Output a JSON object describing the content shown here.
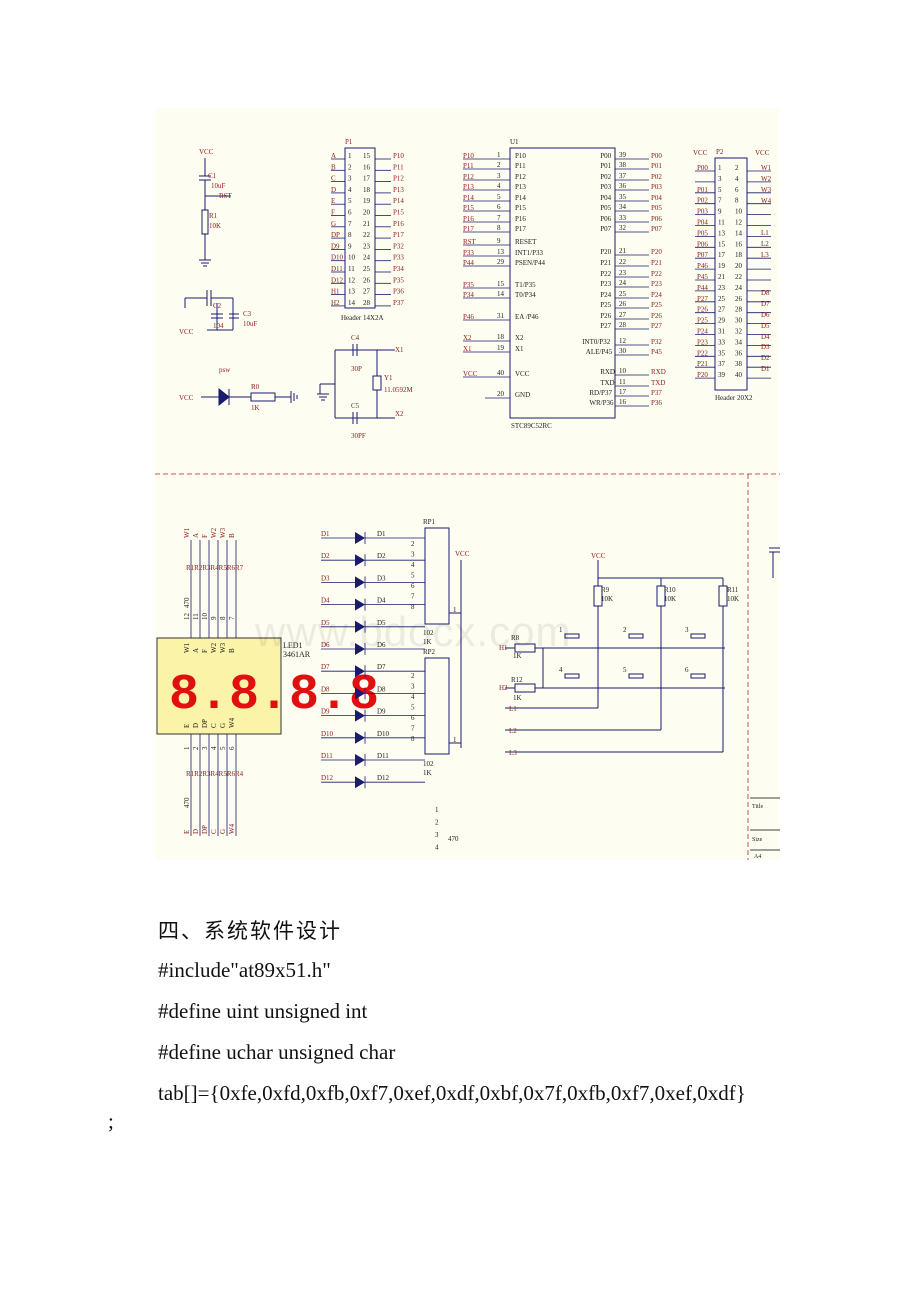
{
  "schematic": {
    "top_left": {
      "vcc1": "VCC",
      "c1": "C1",
      "c1_val": "10uF",
      "rst": "RST",
      "r1": "R1",
      "r1_val": "10K",
      "c2": "C2",
      "c2_val": "104",
      "c3": "C3",
      "c3_val": "10uF",
      "vcc2": "VCC",
      "psw": "psw",
      "r0": "R0",
      "r0_val": "1K",
      "vcc3": "VCC"
    },
    "header_p1": {
      "ref": "P1",
      "caption": "Header 14X2A",
      "left_labels": [
        "A",
        "B",
        "C",
        "D",
        "E",
        "F",
        "G",
        "DP",
        "D9",
        "D10",
        "D11",
        "D12",
        "H1",
        "H2"
      ],
      "left_pins": [
        "1",
        "2",
        "3",
        "4",
        "5",
        "6",
        "7",
        "8",
        "9",
        "10",
        "11",
        "12",
        "13",
        "14"
      ],
      "right_pins": [
        "15",
        "16",
        "17",
        "18",
        "19",
        "20",
        "21",
        "22",
        "23",
        "24",
        "25",
        "26",
        "27",
        "28"
      ],
      "right_labels": [
        "P10",
        "P11",
        "P12",
        "P13",
        "P14",
        "P15",
        "P16",
        "P17",
        "P32",
        "P33",
        "P34",
        "P35",
        "P36",
        "P37"
      ]
    },
    "crystal": {
      "c4": "C4",
      "c4_val": "30P",
      "c5": "C5",
      "c5_val": "30PF",
      "y1": "Y1",
      "y1_val": "11.0592M",
      "x1": "X1",
      "x2": "X2"
    },
    "mcu": {
      "ref": "U1",
      "caption": "STC89C52RC",
      "left_ext": [
        "P10",
        "P11",
        "P12",
        "P13",
        "P14",
        "P15",
        "P16",
        "P17",
        "RST",
        "P33",
        "P44",
        "P35",
        "P34",
        "P46",
        "X2",
        "X1",
        "VCC"
      ],
      "left_pins": [
        "1",
        "2",
        "3",
        "4",
        "5",
        "6",
        "7",
        "8",
        "9",
        "13",
        "29",
        "15",
        "14",
        "31",
        "18",
        "19",
        "40",
        "20"
      ],
      "left_inner": [
        "P10",
        "P11",
        "P12",
        "P13",
        "P14",
        "P15",
        "P16",
        "P17",
        "RESET",
        "INT1/P33",
        "PSEN/P44",
        "T1/P35",
        "T0/P34",
        "EA /P46",
        "X2",
        "X1",
        "VCC",
        "GND"
      ],
      "right_inner": [
        "P00",
        "P01",
        "P02",
        "P03",
        "P04",
        "P05",
        "P06",
        "P07",
        "P20",
        "P21",
        "P22",
        "P23",
        "P24",
        "P25",
        "P26",
        "P27",
        "INT0/P32",
        "ALE/P45",
        "RXD",
        "TXD",
        "RD/P37",
        "WR/P36"
      ],
      "right_pins": [
        "39",
        "38",
        "37",
        "36",
        "35",
        "34",
        "33",
        "32",
        "21",
        "22",
        "23",
        "24",
        "25",
        "26",
        "27",
        "28",
        "12",
        "30",
        "10",
        "11",
        "17",
        "16"
      ],
      "right_ext": [
        "P00",
        "P01",
        "P02",
        "P03",
        "P04",
        "P05",
        "P06",
        "P07",
        "P20",
        "P21",
        "P22",
        "P23",
        "P24",
        "P25",
        "P26",
        "P27",
        "P32",
        "P45",
        "RXD",
        "TXD",
        "P37",
        "P36"
      ]
    },
    "header_p2": {
      "ref": "P2",
      "caption": "Header 20X2",
      "vcc_l": "VCC",
      "vcc_r": "VCC",
      "left_labels": [
        "P00",
        "P01",
        "P02",
        "P03",
        "P04",
        "P05",
        "P06",
        "P07",
        "P46",
        "P45",
        "P44",
        "P27",
        "P26",
        "P25",
        "P24",
        "P23",
        "P22",
        "P21",
        "P20"
      ],
      "odd_pins": [
        "1",
        "3",
        "5",
        "7",
        "9",
        "11",
        "13",
        "15",
        "17",
        "19",
        "21",
        "23",
        "25",
        "27",
        "29",
        "31",
        "33",
        "35",
        "37",
        "39"
      ],
      "even_pins": [
        "2",
        "4",
        "6",
        "8",
        "10",
        "12",
        "14",
        "16",
        "18",
        "20",
        "22",
        "24",
        "26",
        "28",
        "30",
        "32",
        "34",
        "36",
        "38",
        "40"
      ],
      "right_labels": [
        "W1",
        "W2",
        "W3",
        "W4",
        "L1",
        "L2",
        "L3",
        "D8",
        "D7",
        "D6",
        "D5",
        "D4",
        "D3",
        "D2",
        "D1"
      ]
    },
    "display": {
      "top_net": [
        "W1",
        "A",
        "F",
        "W2",
        "W3",
        "B"
      ],
      "r_top": "R1R2R3R4R5R6R7",
      "r_val": "470",
      "pin_top": [
        "12",
        "11",
        "10",
        "9",
        "8",
        "7"
      ],
      "pin_names_top": [
        "W1",
        "A",
        "F",
        "W2",
        "W3",
        "B"
      ],
      "ref": "LED1",
      "part": "3461AR",
      "digits": "8.8.8.8",
      "pin_names_bot": [
        "E",
        "D",
        "DP",
        "C",
        "G",
        "W4"
      ],
      "pin_bot": [
        "1",
        "2",
        "3",
        "4",
        "5",
        "6"
      ],
      "r_bot": "R1R2R3R4R5R6R4",
      "bot_net": [
        "E",
        "D",
        "DP",
        "C",
        "G",
        "W4"
      ]
    },
    "leds": {
      "left": [
        "D1",
        "D2",
        "D3",
        "D4",
        "D5",
        "D6",
        "D7",
        "D8",
        "D9",
        "D10",
        "D11",
        "D12"
      ],
      "right": [
        "D1",
        "D2",
        "D3",
        "D4",
        "D5",
        "D6",
        "D7",
        "D8",
        "D9",
        "D10",
        "D11",
        "D12"
      ],
      "rp1": "RP1",
      "rp2": "RP2",
      "rp_val": "102",
      "rp_val2": "1K",
      "vcc": "VCC",
      "rp1_pins": [
        "2",
        "3",
        "4",
        "5",
        "6",
        "7",
        "8"
      ],
      "rp2_pins": [
        "2",
        "3",
        "4",
        "5",
        "6",
        "7",
        "8"
      ],
      "common": "1"
    },
    "keys": {
      "vcc": "VCC",
      "r9": "R9",
      "r10": "R10",
      "r11": "R11",
      "r_val": "10K",
      "r8": "R8",
      "r12": "R12",
      "r8_val": "1K",
      "h1": "H1",
      "h2": "H2",
      "keys": [
        "1",
        "2",
        "3",
        "4",
        "5",
        "6"
      ],
      "l1": "L1",
      "l2": "L2",
      "l3": "L3"
    },
    "bottom": {
      "list": [
        "1",
        "2",
        "3",
        "4"
      ],
      "val": "470",
      "title": "Title",
      "size": "Size",
      "a4": "A4"
    }
  },
  "watermark": "www.bdocx.com",
  "text": {
    "heading": "四、系统软件设计",
    "line1": "#include\"at89x51.h\"",
    "line2": "#define uint unsigned int",
    "line3": "#define uchar unsigned char",
    "line4": "tab[]={0xfe,0xfd,0xfb,0xf7,0xef,0xdf,0xbf,0x7f,0xfb,0xf7,0xef,0xdf}",
    "line5": ";"
  }
}
